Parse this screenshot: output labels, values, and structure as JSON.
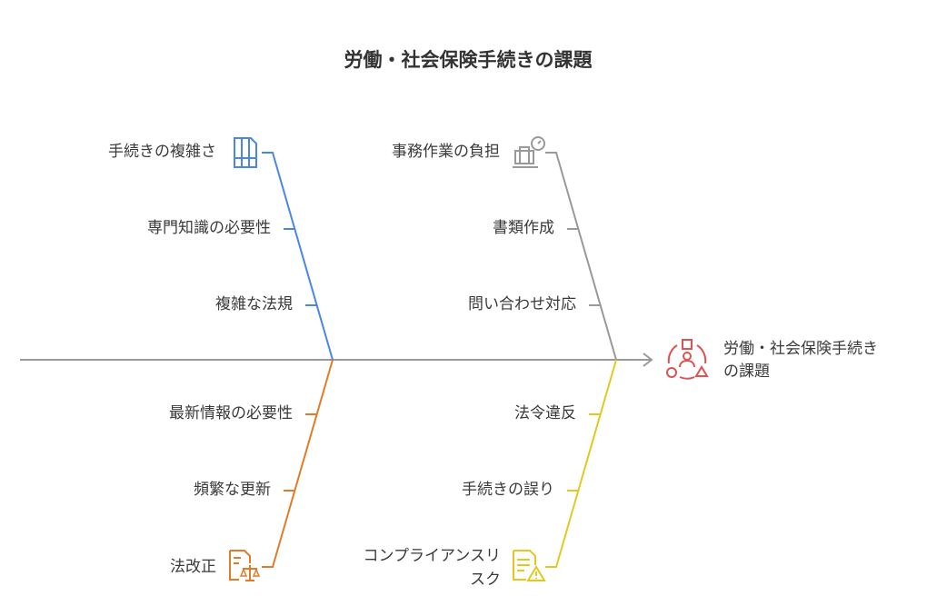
{
  "title": "労働・社会保険手続きの課題",
  "effect": {
    "line1": "労働・社会保険手続き",
    "line2": "の課題",
    "color": "#e05252"
  },
  "categories": [
    {
      "name": "手続きの複雑さ",
      "icon": "document-table-icon",
      "color": "#4a86e8",
      "causes": [
        "専門知識の必要性",
        "複雑な法規"
      ]
    },
    {
      "name": "事務作業の負担",
      "icon": "briefcase-scale-icon",
      "color": "#999999",
      "causes": [
        "書類作成",
        "問い合わせ対応"
      ]
    },
    {
      "name": "法改正",
      "icon": "legal-document-scale-icon",
      "color": "#e07b2a",
      "causes": [
        "最新情報の必要性",
        "頻繁な更新"
      ]
    },
    {
      "name_line1": "コンプライアンスリ",
      "name_line2": "スク",
      "icon": "document-warning-icon",
      "color": "#e0c920",
      "causes": [
        "法令違反",
        "手続きの誤り"
      ]
    }
  ]
}
